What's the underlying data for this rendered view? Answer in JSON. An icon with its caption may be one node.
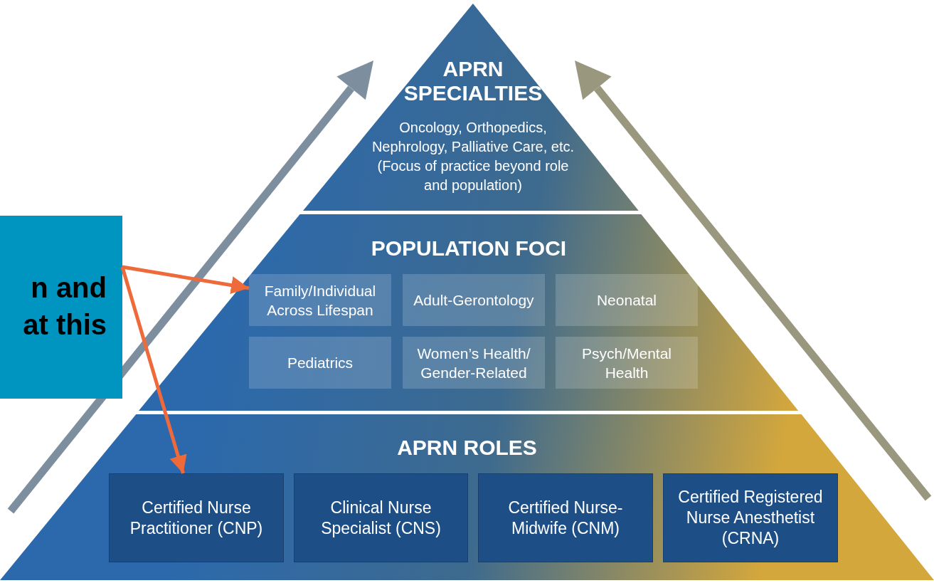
{
  "diagram": {
    "nodes": [
      {
        "text": [
          "n and at this"
        ]
      },
      {
        "text": [
          "APRN SPECIALTIES",
          "Oncology, Orthopedics, Nephrology, Palliative Care, etc. (Focus of practice beyond role and population)"
        ]
      },
      {
        "text": [
          "POPULATION FOCI"
        ]
      },
      {
        "text": [
          "Family/Individual Across Lifespan"
        ],
        "in": 2
      },
      {
        "text": [
          "Adult-Gerontology"
        ],
        "in": 2
      },
      {
        "text": [
          "Neonatal"
        ],
        "in": 2
      },
      {
        "text": [
          "Pediatrics"
        ],
        "in": 2
      },
      {
        "text": [
          "Women’s Health/ Gender-Related"
        ],
        "in": 2
      },
      {
        "text": [
          "Psych/Mental Health"
        ],
        "in": 2
      },
      {
        "text": [
          "APRN ROLES"
        ]
      },
      {
        "text": [
          "Certified Nurse Practitioner (CNP)"
        ],
        "in": 9
      },
      {
        "text": [
          "Clinical Nurse Specialist (CNS)"
        ],
        "in": 9
      },
      {
        "text": [
          "Certified Nurse-Midwife (CNM)"
        ],
        "in": 9
      },
      {
        "text": [
          "Certified Registered Nurse Anesthetist (CRNA)"
        ],
        "in": 9
      }
    ],
    "edges": [
      {
        "from": 0,
        "to": 3,
        "arrow": "to"
      },
      {
        "from": 0,
        "to": 10,
        "arrow": "to"
      }
    ]
  }
}
